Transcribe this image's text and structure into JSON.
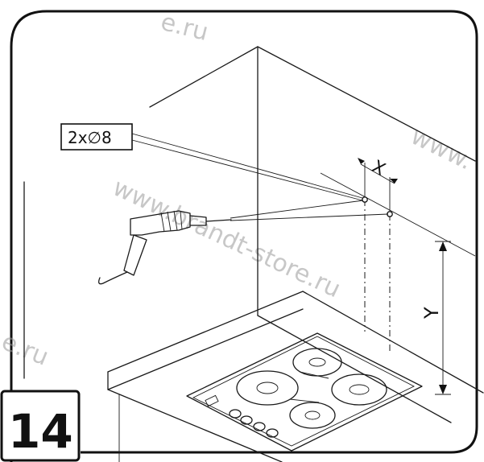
{
  "step_number": "14",
  "hole_callout": "2x∅8",
  "dimension_x": "X",
  "dimension_y": "Y",
  "watermarks": {
    "top": "e.ru",
    "right": "www.",
    "center": "www.brandt-store.ru",
    "left": "e.ru"
  }
}
